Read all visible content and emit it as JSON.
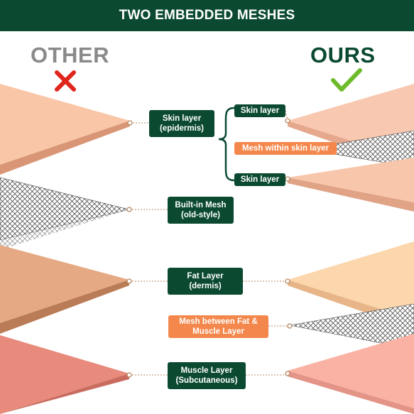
{
  "title": "TWO EMBEDDED MESHES",
  "left_panel": {
    "title": "OTHER",
    "mark": "cross-icon"
  },
  "right_panel": {
    "title": "OURS",
    "mark": "check-icon"
  },
  "colors": {
    "banner": "#0b4a31",
    "label_dark": "#0b4a31",
    "label_mesh": "#f4874b",
    "other_title": "#8a8a8a",
    "ours_title": "#0b4a31",
    "cross": "#e0261c",
    "check": "#6dbb2b",
    "connector": "#b88a66"
  },
  "labels": {
    "skin_layer_epidermis": {
      "line1": "Skin layer",
      "line2": "(epidermis)"
    },
    "skin_layer_top": "Skin layer",
    "mesh_within_skin": "Mesh within skin layer",
    "skin_layer_bottom": "Skin layer",
    "built_in_mesh": {
      "line1": "Built-in Mesh",
      "line2": "(old-style)"
    },
    "fat_layer": {
      "line1": "Fat Layer",
      "line2": "(dermis)"
    },
    "mesh_between": {
      "line1": "Mesh between Fat &",
      "line2": "Muscle Layer"
    },
    "muscle_layer": {
      "line1": "Muscle Layer",
      "line2": "(Subcutaneous)"
    }
  }
}
